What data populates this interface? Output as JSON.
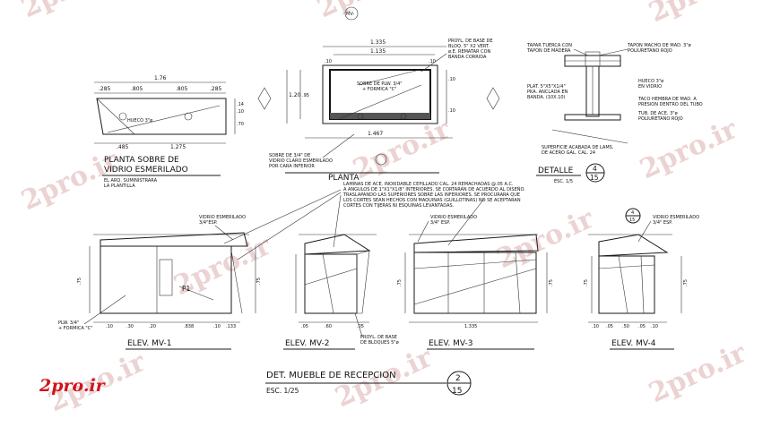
{
  "watermark_text": "2pro.ir",
  "brand_logo_text": "2pro.ir",
  "plan_top": {
    "dims": [
      "1.76",
      ".285",
      ".805",
      ".805",
      ".285",
      ".485",
      "1.275",
      ".14",
      ".10",
      ".70"
    ],
    "note": "HUECO 3\"ø",
    "title1": "PLANTA SOBRE DE",
    "title2": "VIDRIO ESMERILADO",
    "sub1": "EL ARQ. SUMINISTRARA",
    "sub2": "LA PLANTILLA"
  },
  "section_top": {
    "tag": "MV-",
    "dims": [
      "1.335",
      "1.135",
      ".10",
      ".10",
      "1.467",
      "1.20",
      ".95",
      ".10",
      ".10"
    ],
    "note_base": [
      "PROYL. DE BASE DE",
      "BLOQ. 5\" X2 VERT.",
      "ø.E. REMATAR CON",
      "BANDA CORRIDA"
    ],
    "note_plw": [
      "SOBRE DE PLW. 3/4\"",
      "+ FORMICA \"C\""
    ],
    "note_glass": [
      "SOBRE DE 3/4\" DE",
      "VIDRIO CLARO ESMERILADO",
      "POR CARA INFERIOR"
    ],
    "title": "PLANTA"
  },
  "detail": {
    "notes_left": [
      "TAPAR TUERCA CON",
      "TAPON DE MADERA"
    ],
    "notes_right": [
      "TAPON MACHO DE MAD. 3\"ø",
      "POLIURETANO ROJO"
    ],
    "note_hueco": [
      "HUECO 3\"ø",
      "EN VIDRIO"
    ],
    "note_plat": [
      "PLAT. 5\"X5\"X1/4\"",
      "PKA. ANCLADA EN",
      "BANDA. (10X.10)"
    ],
    "note_tacon": [
      "TACO HEMBRA DE MAD. A",
      "PRESION DENTRO DEL TUBO"
    ],
    "note_tubo": [
      "TUB. DE ACE. 3\"ø",
      "POLIURETANO ROJO"
    ],
    "note_bottom": [
      "SUPERFICIE ACABADA DE LAMS.",
      "DE ACERO GAL. CAL. 24"
    ],
    "title": "DETALLE",
    "scale": "ESC. 1/5",
    "num": "4",
    "sheet": "15"
  },
  "general_note": [
    "LAMINAS DE ACE. INOXIDABLE CEPILLADO CAL. 24 REMACHADAS @.05 A.C.",
    "A ANGULOS DE 1\"X1\"X1/8\" INTERIORES. SE CORTARAN DE ACUERDO AL DISEÑO.",
    "TRASLAPANDO LAS SUPERIORES SOBRE LAS INFERIORES. SE PROCURARA QUE",
    "LOS CORTES SEAN HECHOS CON MAQUINAS (GUILLOTINAS) NO SE ACEPTARAN",
    "CORTES CON TIJERAS NI ESQUINAS LEVANTADAS."
  ],
  "elevations": [
    {
      "label": "ELEV. MV-1",
      "glass1": "VIDRIO ESMERILADO",
      "glass2": "3/4\"ESP.",
      "dims": [
        ".10",
        ".30",
        ".20",
        ".838",
        ".10",
        ".133",
        ".75",
        ".75"
      ],
      "note1": "PLW. 3/4\"",
      "note2": "+ FORMICA \"C\"",
      "mark": "P1"
    },
    {
      "label": "ELEV. MV-2",
      "dims": [
        ".05",
        ".60",
        ".05"
      ],
      "note1": "PROYL. DE BASE",
      "note2": "DE BLOQUES 5\"ø"
    },
    {
      "label": "ELEV. MV-3",
      "glass1": "VIDRIO ESMERILADO",
      "glass2": "3/4\" ESP.",
      "dims": [
        "1.335",
        ".75",
        ".75"
      ]
    },
    {
      "label": "ELEV. MV-4",
      "glass1": "VIDRIO ESMERILADO",
      "glass2": "3/4\" ESP.",
      "dims": [
        ".10",
        ".05",
        ".50",
        ".05",
        ".10",
        ".75",
        ".75"
      ],
      "num": "4",
      "sheet": "15"
    }
  ],
  "main_title": "DET. MUEBLE DE RECEPCION",
  "main_scale": "ESC. 1/25",
  "main_num": "2",
  "main_sheet": "15"
}
